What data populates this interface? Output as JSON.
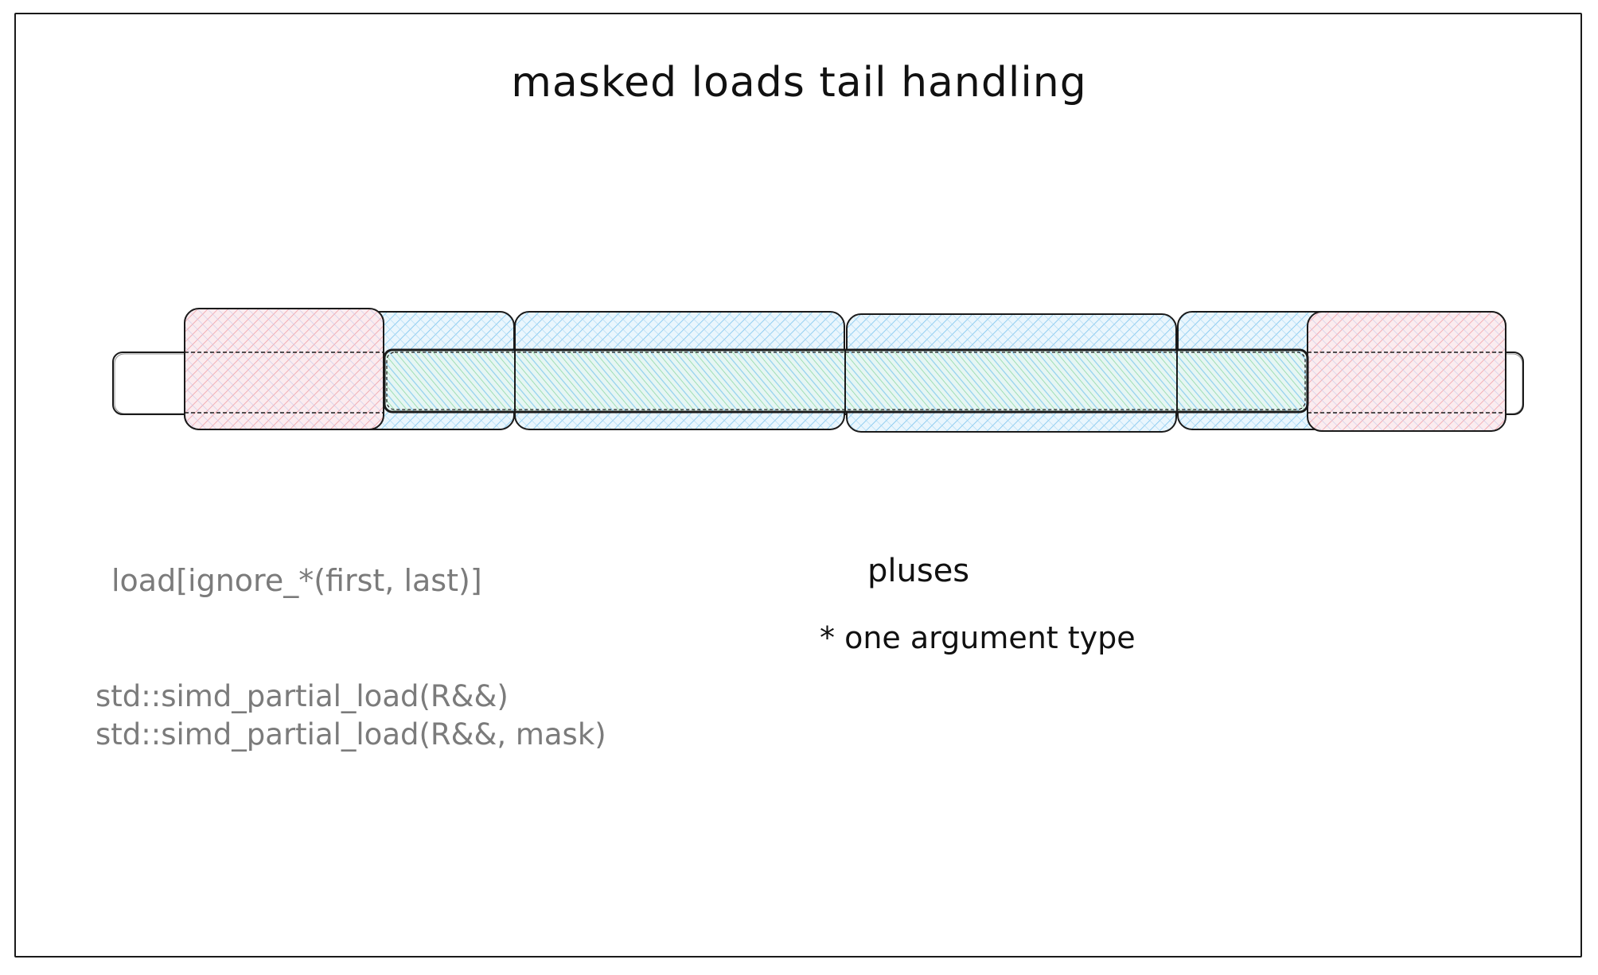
{
  "title": "masked loads tail handling",
  "notes": {
    "ignore_hint": "load[ignore_*(first, last)]",
    "code_lines": [
      "std::simd_partial_load(R&&)",
      "std::simd_partial_load(R&&, mask)"
    ],
    "pluses": "pluses",
    "one_argument": "* one argument type"
  },
  "colors": {
    "ink": "#1a1a1a",
    "note_grey": "#7b7b7b",
    "hatch_blue": "#7cc4ee",
    "hatch_red": "#f0a0a8",
    "hatch_green": "#8ad6a0"
  }
}
